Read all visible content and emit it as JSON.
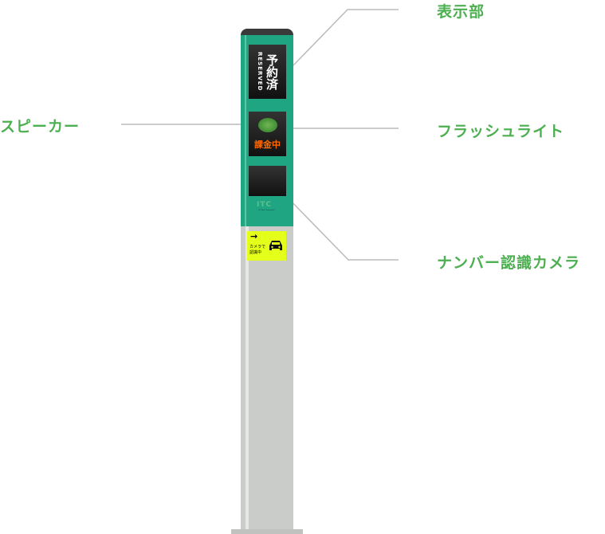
{
  "labels": {
    "display": "表示部",
    "speaker": "スピーカー",
    "flash": "フラッシュライト",
    "camera": "ナンバー認識カメラ"
  },
  "display_panel": {
    "jp": "予約済",
    "en": "RESERVED"
  },
  "charge_panel": {
    "text": "課金中"
  },
  "logo": {
    "text": "ITC",
    "sub": "ITC Park Corporation"
  },
  "sticker": {
    "line1": "カメラで",
    "line2": "認識中",
    "arrow": "→"
  },
  "colors": {
    "green": "#1fa582",
    "label": "#4caf50",
    "pole": "#c9ccc8",
    "sticker": "#e4ff1a",
    "orange": "#ff6a00"
  }
}
